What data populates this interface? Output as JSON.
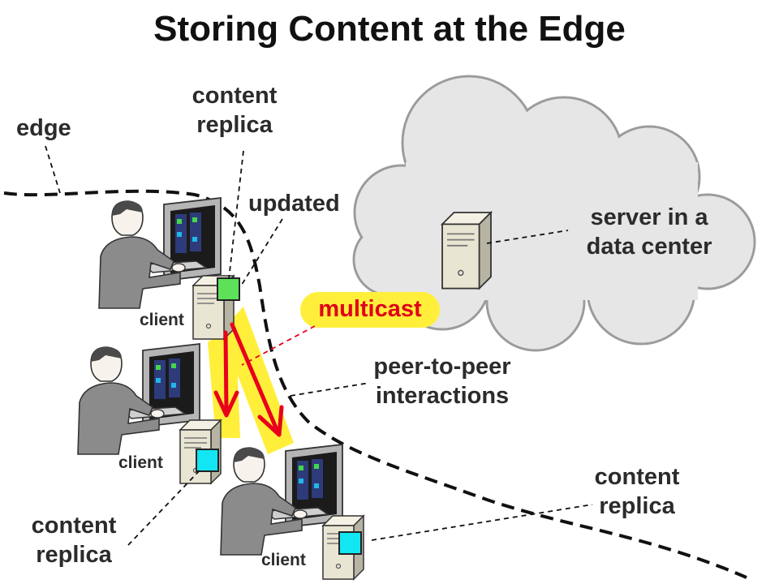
{
  "slide": {
    "title": "Storing Content at the Edge"
  },
  "labels": {
    "edge": "edge",
    "replica_top_line1": "content",
    "replica_top_line2": "replica",
    "updated": "updated",
    "server_line1": "server in a",
    "server_line2": "data center",
    "multicast": "multicast",
    "p2p_line1": "peer-to-peer",
    "p2p_line2": "interactions",
    "replica_left_line1": "content",
    "replica_left_line2": "replica",
    "replica_right_line1": "content",
    "replica_right_line2": "replica",
    "client_top": "client",
    "client_middle": "client",
    "client_bottom": "client"
  },
  "colors": {
    "cloud_fill": "#e6e6e6",
    "cloud_stroke": "#9b9b9b",
    "highlight": "#ffef3a",
    "arrow": "#e8001c",
    "updated_replica": "#5de05a",
    "replica": "#12e6f2",
    "text": "#2b2b2b"
  },
  "icons": {
    "server": "server-tower-icon",
    "workstation": "person-at-computer-icon"
  }
}
